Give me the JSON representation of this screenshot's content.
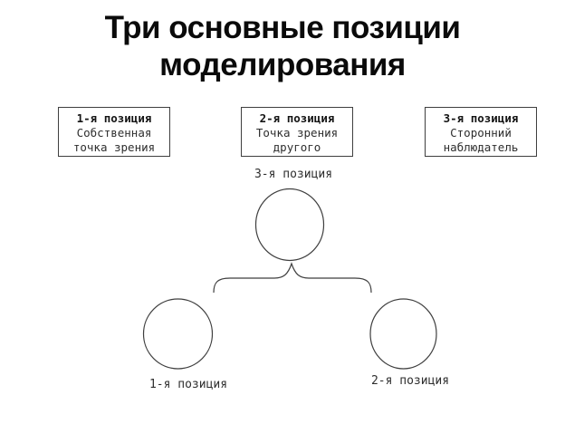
{
  "slide": {
    "title_line1": "Три основные позиции",
    "title_line2": "моделирования"
  },
  "boxes": [
    {
      "heading": "1-я позиция",
      "line1": "Собственная",
      "line2": "точка зрения"
    },
    {
      "heading": "2-я позиция",
      "line1": "Точка зрения",
      "line2": "другого"
    },
    {
      "heading": "3-я позиция",
      "line1": "Сторонний",
      "line2": "наблюдатель"
    }
  ],
  "diagram": {
    "top_label": "3-я позиция",
    "bottom_left_label": "1-я позиция",
    "bottom_right_label": "2-я позиция"
  },
  "colors": {
    "background": "#ffffff",
    "title_text": "#0a0a0a",
    "body_text": "#2e2e2e",
    "line": "#3f3f3f"
  }
}
